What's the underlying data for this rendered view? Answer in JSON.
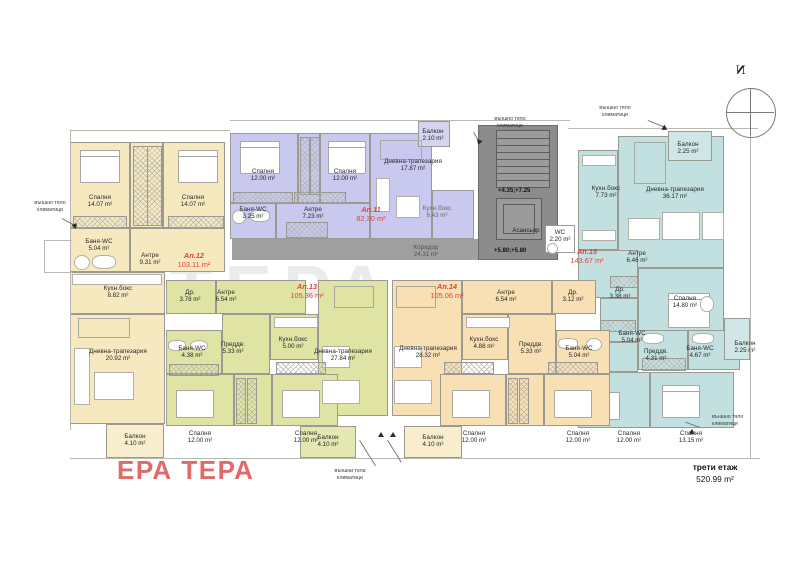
{
  "document": {
    "kind": "architectural-floor-plan",
    "logo": "ЕРА ТЕРА",
    "floor_label": "трети етаж",
    "floor_area": "520.99 m²",
    "compass": "N"
  },
  "annotations": [
    {
      "id": "ac-left",
      "text_line1": "външно тяло",
      "text_line2": "климатици"
    },
    {
      "id": "ac-top-mid",
      "text_line1": "външно тяло",
      "text_line2": "климатици"
    },
    {
      "id": "ac-top-right",
      "text_line1": "външно тяло",
      "text_line2": "климатици"
    },
    {
      "id": "ac-bottom-mid",
      "text_line1": "външни тела",
      "text_line2": "климатици"
    },
    {
      "id": "ac-bottom-right",
      "text_line1": "външно тяло",
      "text_line2": "климатици"
    }
  ],
  "core": {
    "elevator_label": "Асансьор",
    "stair_level_upper": "+4.35;+7.25",
    "stair_level_lower": "+5.80;+5.80",
    "corridor": {
      "name": "Коридор",
      "area": "24.31 m²"
    },
    "wc": {
      "name": "WC",
      "area": "2.20 m²"
    }
  },
  "apartments": [
    {
      "id": "ap12",
      "code": "Ап.12",
      "area": "103.11 m²",
      "color": "#f7e9bf",
      "rooms": [
        {
          "name": "Спалня",
          "area": "14.07 m²"
        },
        {
          "name": "Спалня",
          "area": "14.07 m²"
        },
        {
          "name": "Баня-WC",
          "area": "5.04 m²"
        },
        {
          "name": "Антре",
          "area": "9.31 m²"
        },
        {
          "name": "Кухн.бокс",
          "area": "8.82 m²"
        },
        {
          "name": "Дневна-трапезария",
          "area": "20.92 m²"
        },
        {
          "name": "Балкон",
          "area": "4.10 m²"
        }
      ]
    },
    {
      "id": "ap11",
      "code": "Ап.11",
      "area": "82.30 m²",
      "color": "#c9c8ee",
      "rooms": [
        {
          "name": "Спалня",
          "area": "12.00 m²"
        },
        {
          "name": "Спалня",
          "area": "12.00 m²"
        },
        {
          "name": "Баня-WC",
          "area": "3.25 m²"
        },
        {
          "name": "Антре",
          "area": "7.23 m²"
        },
        {
          "name": "Дневна-трапезария",
          "area": "17.87 m²"
        },
        {
          "name": "Кухн.бокс",
          "area": "6.43 m²"
        },
        {
          "name": "Балкон",
          "area": "2.10 m²"
        }
      ]
    },
    {
      "id": "ap13",
      "code": "Ап.13",
      "area": "105.36 m²",
      "color": "#dfe3a4",
      "rooms": [
        {
          "name": "Др.",
          "area": "3.78 m²"
        },
        {
          "name": "Антре",
          "area": "6.54 m²"
        },
        {
          "name": "Баня-WC",
          "area": "4.38 m²"
        },
        {
          "name": "Преддв.",
          "area": "5.33 m²"
        },
        {
          "name": "Кухн.бокс",
          "area": "5.00 m²"
        },
        {
          "name": "Дневна-трапезария",
          "area": "27.84 m²"
        },
        {
          "name": "Спалня",
          "area": "12.00 m²"
        },
        {
          "name": "Спалня",
          "area": "12.00 m²"
        },
        {
          "name": "Балкон",
          "area": "4.10 m²"
        }
      ]
    },
    {
      "id": "ap14",
      "code": "Ап.14",
      "area": "105.06 m²",
      "color": "#f8dfb4",
      "rooms": [
        {
          "name": "Дневна-трапезария",
          "area": "28.32 m²"
        },
        {
          "name": "Кухн.бокс",
          "area": "4.88 m²"
        },
        {
          "name": "Антре",
          "area": "6.54 m²"
        },
        {
          "name": "Преддв.",
          "area": "5.33 m²"
        },
        {
          "name": "Др.",
          "area": "3.12 m²"
        },
        {
          "name": "Баня-WC",
          "area": "5.04 m²"
        },
        {
          "name": "Спалня",
          "area": "12.00 m²"
        },
        {
          "name": "Спалня",
          "area": "12.00 m²"
        },
        {
          "name": "Балкон",
          "area": "4.10 m²"
        }
      ]
    },
    {
      "id": "ap15",
      "code": "Ап.15",
      "area": "143.67 m²",
      "color": "#c3e0e0",
      "rooms": [
        {
          "name": "Балкон",
          "area": "2.25 m²"
        },
        {
          "name": "Кухн.бокс",
          "area": "7.73 m²"
        },
        {
          "name": "Дневна-трапезария",
          "area": "36.17 m²"
        },
        {
          "name": "Антре",
          "area": "6.46 m²"
        },
        {
          "name": "Др.",
          "area": "3.38 m²"
        },
        {
          "name": "Спалня",
          "area": "14.80 m²"
        },
        {
          "name": "Баня-WC",
          "area": "5.04 m²"
        },
        {
          "name": "Баня-WC",
          "area": "4.67 m²"
        },
        {
          "name": "Преддв.",
          "area": "4.31 m²"
        },
        {
          "name": "Балкон",
          "area": "2.25 m²"
        },
        {
          "name": "Спалня",
          "area": "12.00 m²"
        },
        {
          "name": "Спалня",
          "area": "13.15 m²"
        }
      ]
    }
  ],
  "labels": {
    "ap12_bed_a": {
      "n": "Спалня",
      "a": "14.07 m²"
    },
    "ap12_bed_b": {
      "n": "Спалня",
      "a": "14.07 m²"
    },
    "ap12_bath": {
      "n": "Баня-WC",
      "a": "5.04 m²"
    },
    "ap12_hall": {
      "n": "Антре",
      "a": "9.31 m²"
    },
    "ap12_kitch": {
      "n": "Кухн.бокс",
      "a": "8.82 m²"
    },
    "ap12_living": {
      "n": "Дневна-трапезария",
      "a": "20.92 m²"
    },
    "ap12_balc": {
      "n": "Балкон",
      "a": "4.10 m²"
    },
    "ap11_bed_a": {
      "n": "Спалня",
      "a": "12.00 m²"
    },
    "ap11_bed_b": {
      "n": "Спалня",
      "a": "12.00 m²"
    },
    "ap11_bath": {
      "n": "Баня-WC",
      "a": "3.25 m²"
    },
    "ap11_hall": {
      "n": "Антре",
      "a": "7.23 m²"
    },
    "ap11_living": {
      "n": "Дневна-трапезария",
      "a": "17.87 m²"
    },
    "ap11_kitch": {
      "n": "Кухн.бокс",
      "a": "6.43 m²"
    },
    "ap11_balc": {
      "n": "Балкон",
      "a": "2.10 m²"
    },
    "ap13_dr": {
      "n": "Др.",
      "a": "3.78 m²"
    },
    "ap13_hall": {
      "n": "Антре",
      "a": "6.54 m²"
    },
    "ap13_bath": {
      "n": "Баня-WC",
      "a": "4.38 m²"
    },
    "ap13_pred": {
      "n": "Преддв.",
      "a": "5.33 m²"
    },
    "ap13_kitch": {
      "n": "Кухн.бокс",
      "a": "5.00 m²"
    },
    "ap13_living": {
      "n": "Дневна-трапезария",
      "a": "27.84 m²"
    },
    "ap13_bed_a": {
      "n": "Спалня",
      "a": "12.00 m²"
    },
    "ap13_bed_b": {
      "n": "Спалня",
      "a": "12.00 m²"
    },
    "ap13_balc": {
      "n": "Балкон",
      "a": "4.10 m²"
    },
    "ap14_living": {
      "n": "Дневна-трапезария",
      "a": "28.32 m²"
    },
    "ap14_kitch": {
      "n": "Кухн.бокс",
      "a": "4.88 m²"
    },
    "ap14_hall": {
      "n": "Антре",
      "a": "6.54 m²"
    },
    "ap14_pred": {
      "n": "Преддв.",
      "a": "5.33 m²"
    },
    "ap14_dr": {
      "n": "Др.",
      "a": "3.12 m²"
    },
    "ap14_bath": {
      "n": "Баня-WC",
      "a": "5.04 m²"
    },
    "ap14_bed_a": {
      "n": "Спалня",
      "a": "12.00 m²"
    },
    "ap14_bed_b": {
      "n": "Спалня",
      "a": "12.00 m²"
    },
    "ap14_balc": {
      "n": "Балкон",
      "a": "4.10 m²"
    },
    "ap15_balc_a": {
      "n": "Балкон",
      "a": "2.25 m²"
    },
    "ap15_kitch": {
      "n": "Кухн.бокс",
      "a": "7.73 m²"
    },
    "ap15_living": {
      "n": "Дневна-трапезария",
      "a": "36.17 m²"
    },
    "ap15_hall": {
      "n": "Антре",
      "a": "6.46 m²"
    },
    "ap15_dr": {
      "n": "Др.",
      "a": "3.38 m²"
    },
    "ap15_bed_a": {
      "n": "Спалня",
      "a": "14.80 m²"
    },
    "ap15_bath_a": {
      "n": "Баня-WC",
      "a": "5.04 m²"
    },
    "ap15_bath_b": {
      "n": "Баня-WC",
      "a": "4.67 m²"
    },
    "ap15_pred": {
      "n": "Преддв.",
      "a": "4.31 m²"
    },
    "ap15_balc_b": {
      "n": "Балкон",
      "a": "2.25 m²"
    },
    "ap15_bed_b": {
      "n": "Спалня",
      "a": "12.00 m²"
    },
    "ap15_bed_c": {
      "n": "Спалня",
      "a": "13.15 m²"
    },
    "core_corr": {
      "n": "Коридор",
      "a": "24.31 m²"
    },
    "core_wc": {
      "n": "WC",
      "a": "2.20 m²"
    },
    "core_lift": {
      "n": "Асансьор"
    }
  },
  "watermark": "ТЕРА"
}
